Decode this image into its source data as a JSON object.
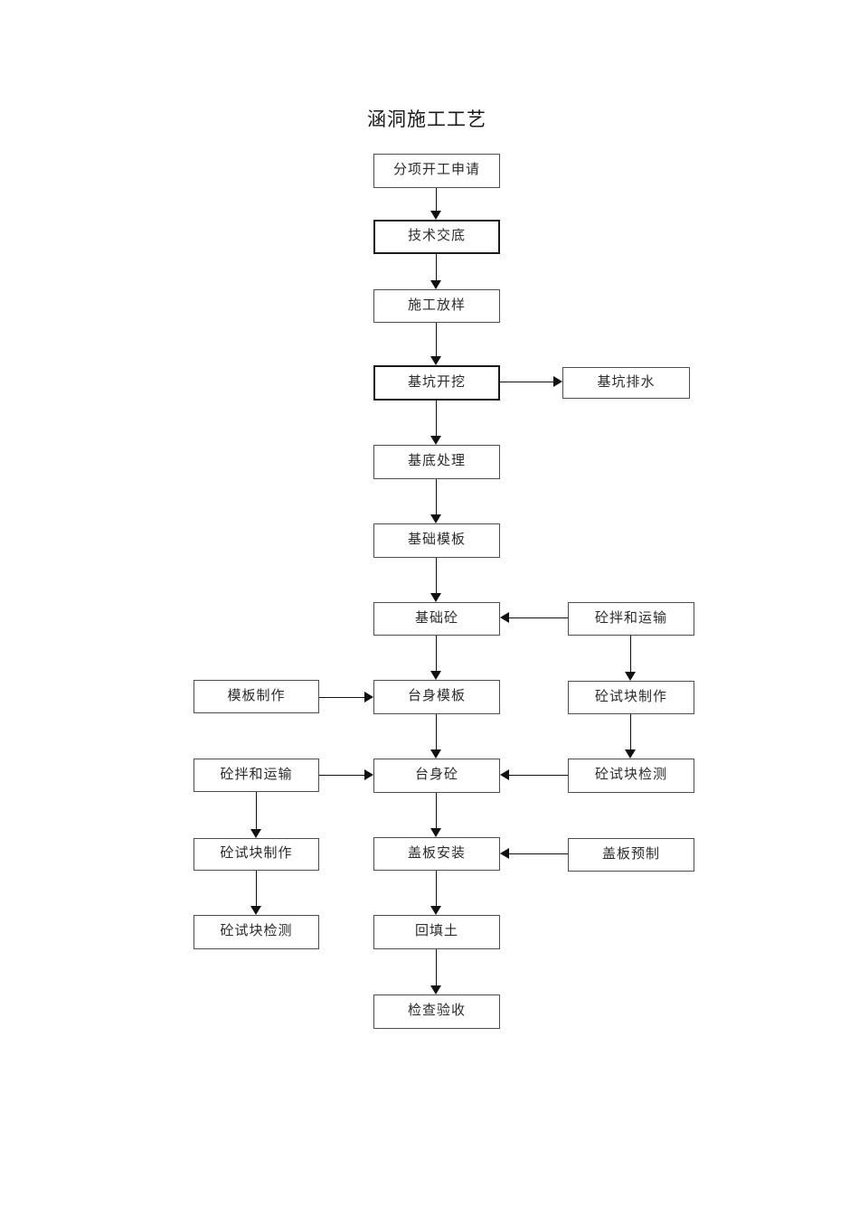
{
  "page": {
    "title": "涵洞施工工艺"
  },
  "nodes": {
    "sub_application": {
      "label": "分项开工申请"
    },
    "tech_disclosure": {
      "label": "技术交底"
    },
    "layout_survey": {
      "label": "施工放样"
    },
    "pit_excavation": {
      "label": "基坑开挖"
    },
    "pit_drainage": {
      "label": "基坑排水"
    },
    "base_treatment": {
      "label": "基底处理"
    },
    "foundation_formwork": {
      "label": "基础模板"
    },
    "foundation_concrete": {
      "label": "基础砼"
    },
    "mixing_transport_right": {
      "label": "砼拌和运输"
    },
    "formwork_fabrication": {
      "label": "模板制作"
    },
    "body_formwork": {
      "label": "台身模板"
    },
    "test_block_making_right": {
      "label": "砼试块制作"
    },
    "mixing_transport_left": {
      "label": "砼拌和运输"
    },
    "body_concrete": {
      "label": "台身砼"
    },
    "test_block_testing_right": {
      "label": "砼试块检测"
    },
    "test_block_making_left": {
      "label": "砼试块制作"
    },
    "cover_installation": {
      "label": "盖板安装"
    },
    "cover_prefabrication": {
      "label": "盖板预制"
    },
    "test_block_testing_left": {
      "label": "砼试块检测"
    },
    "backfill": {
      "label": "回填土"
    },
    "inspection_acceptance": {
      "label": "检查验收"
    }
  },
  "edges": [
    {
      "from": "sub_application",
      "to": "tech_disclosure"
    },
    {
      "from": "tech_disclosure",
      "to": "layout_survey"
    },
    {
      "from": "layout_survey",
      "to": "pit_excavation"
    },
    {
      "from": "pit_excavation",
      "to": "pit_drainage"
    },
    {
      "from": "pit_excavation",
      "to": "base_treatment"
    },
    {
      "from": "base_treatment",
      "to": "foundation_formwork"
    },
    {
      "from": "foundation_formwork",
      "to": "foundation_concrete"
    },
    {
      "from": "mixing_transport_right",
      "to": "foundation_concrete"
    },
    {
      "from": "foundation_concrete",
      "to": "body_formwork"
    },
    {
      "from": "formwork_fabrication",
      "to": "body_formwork"
    },
    {
      "from": "mixing_transport_right",
      "to": "test_block_making_right"
    },
    {
      "from": "test_block_making_right",
      "to": "test_block_testing_right"
    },
    {
      "from": "body_formwork",
      "to": "body_concrete"
    },
    {
      "from": "mixing_transport_left",
      "to": "body_concrete"
    },
    {
      "from": "test_block_testing_right",
      "to": "body_concrete"
    },
    {
      "from": "body_concrete",
      "to": "cover_installation"
    },
    {
      "from": "cover_prefabrication",
      "to": "cover_installation"
    },
    {
      "from": "mixing_transport_left",
      "to": "test_block_making_left"
    },
    {
      "from": "test_block_making_left",
      "to": "test_block_testing_left"
    },
    {
      "from": "cover_installation",
      "to": "backfill"
    },
    {
      "from": "backfill",
      "to": "inspection_acceptance"
    }
  ],
  "colors": {
    "line": "#111111",
    "box_border": "#4d4d4d",
    "box_border_bold": "#1a1a1a",
    "background": "#ffffff",
    "text": "#2b2b2b"
  }
}
